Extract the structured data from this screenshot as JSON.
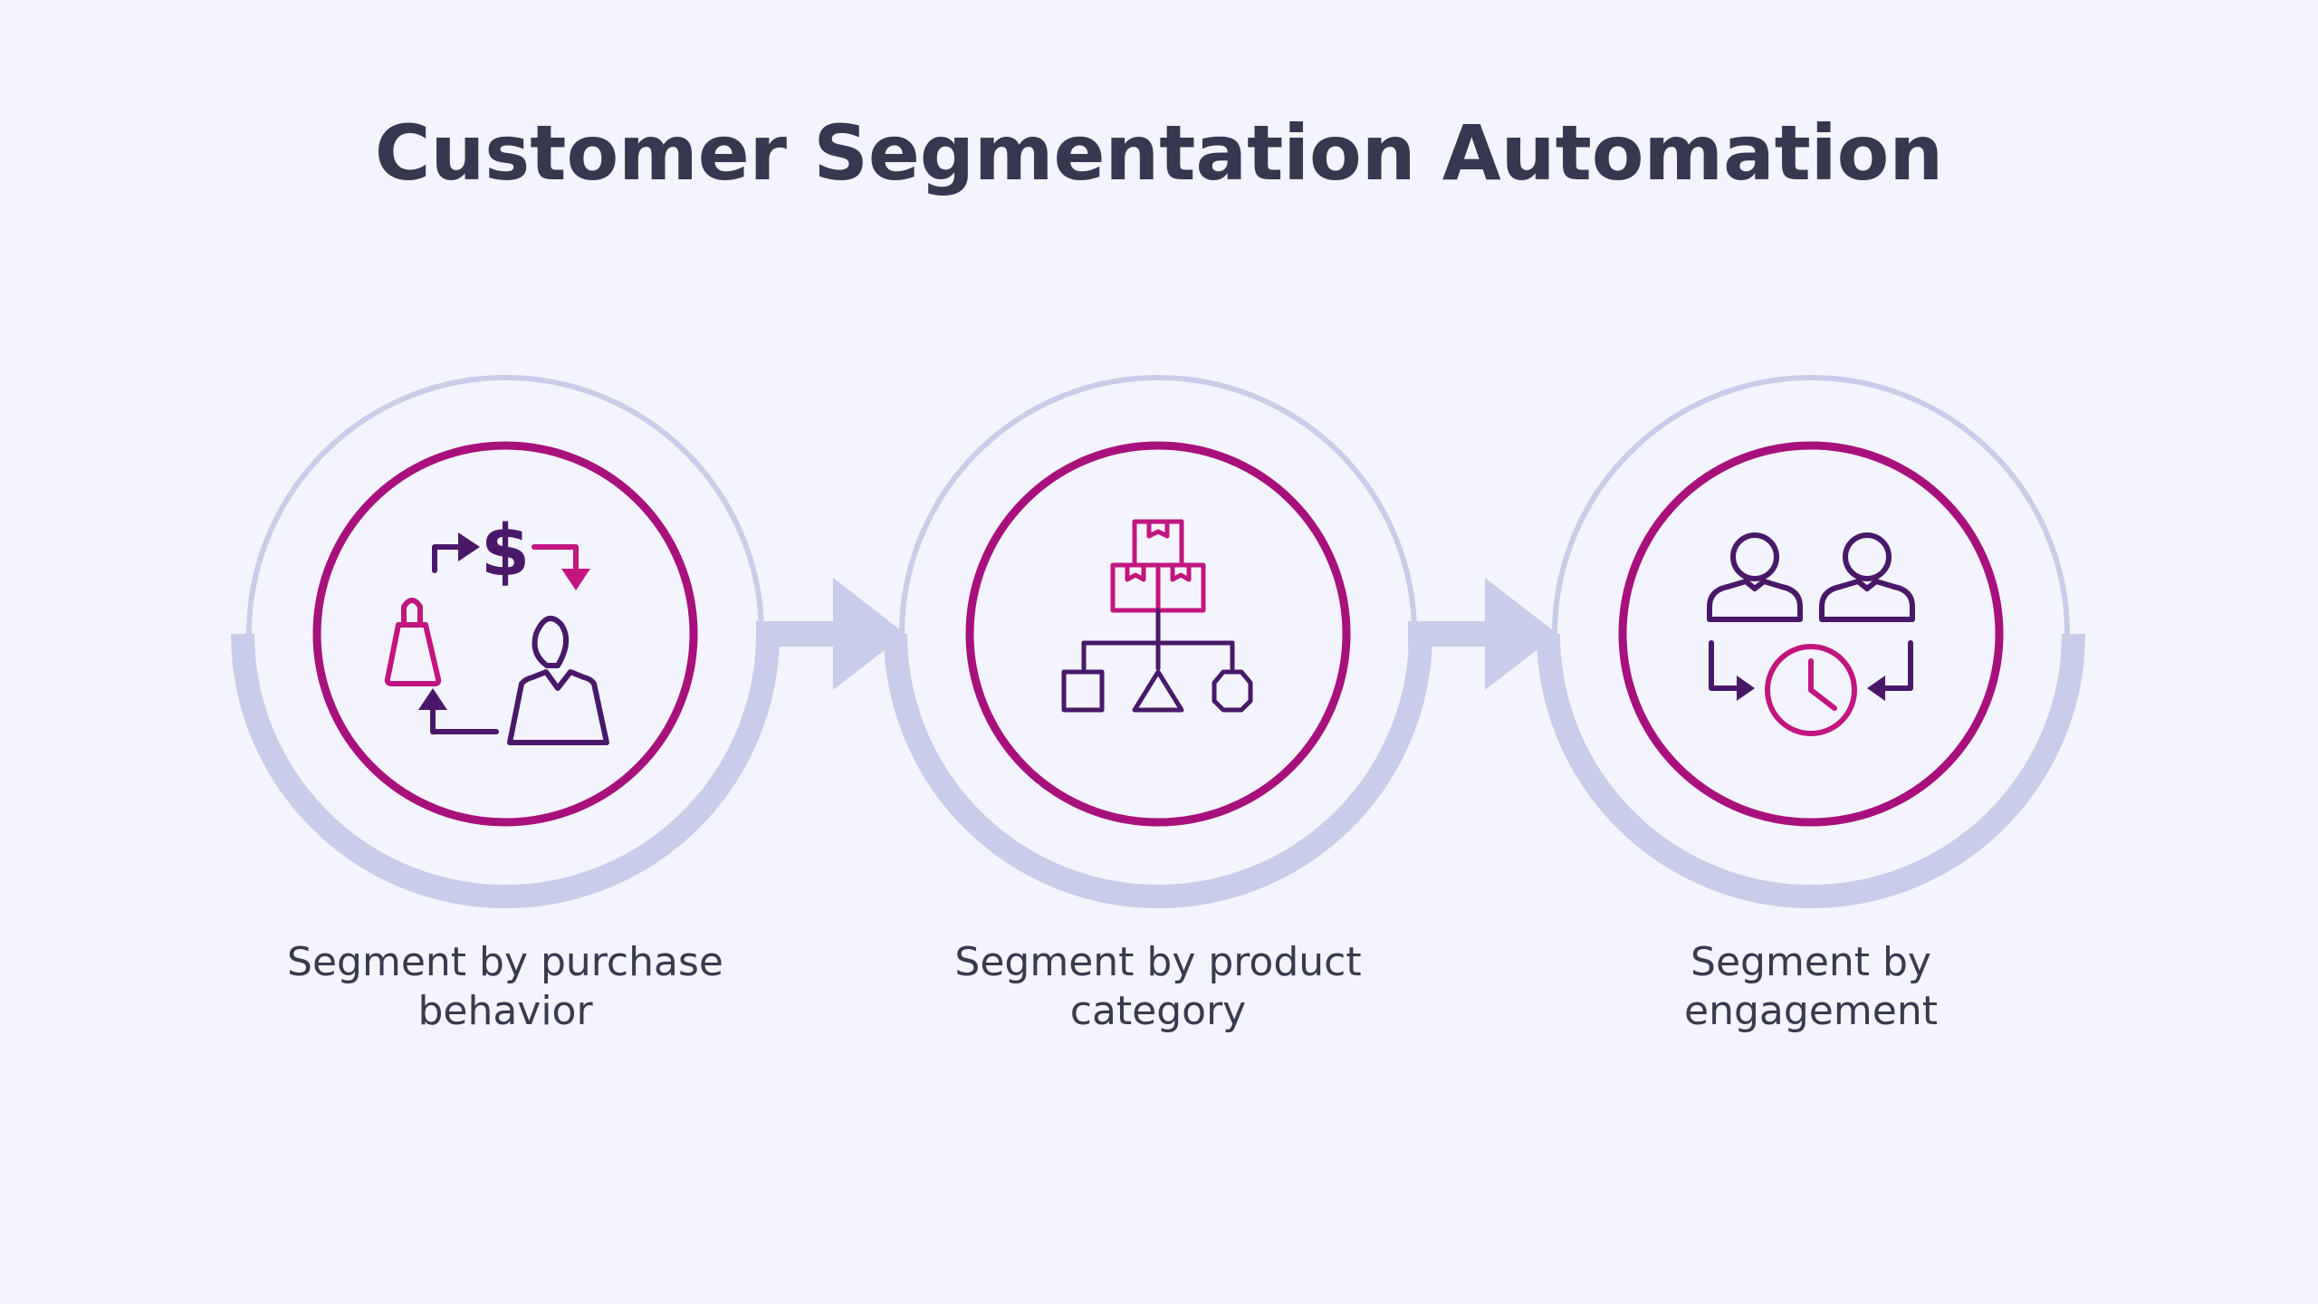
{
  "title": "Customer Segmentation Automation",
  "colors": {
    "background": "#f3f4fd",
    "outer_ring": "#c9cde9",
    "inner_ring": "#a8107c",
    "icon_primary": "#4a1869",
    "icon_accent": "#c2157f",
    "text": "#3a3a4e"
  },
  "steps": [
    {
      "icon": "purchase-exchange-icon",
      "label_lines": [
        "Segment by purchase",
        "behavior"
      ]
    },
    {
      "icon": "product-hierarchy-icon",
      "label_lines": [
        "Segment by product",
        "category"
      ]
    },
    {
      "icon": "engagement-users-chart-icon",
      "label_lines": [
        "Segment by",
        "engagement"
      ]
    }
  ]
}
